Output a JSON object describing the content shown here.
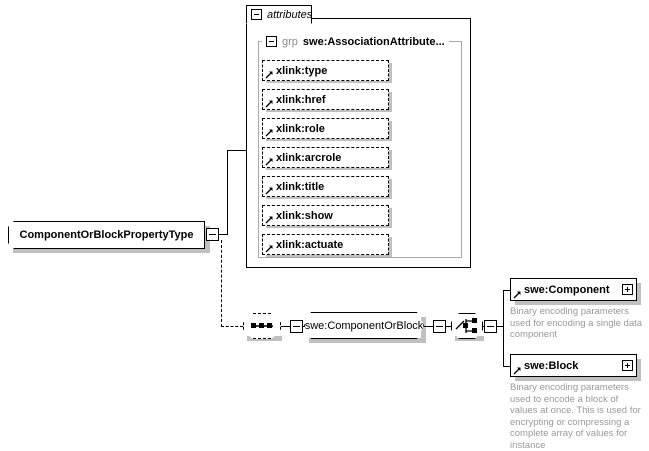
{
  "diagram": {
    "type_name": "ComponentOrBlockPropertyType",
    "attributes_group": {
      "tab_label": "attributes",
      "group_keyword": "grp",
      "group_name": "swe:AssociationAttribute...",
      "attributes": [
        {
          "name": "xlink:type"
        },
        {
          "name": "xlink:href"
        },
        {
          "name": "xlink:role"
        },
        {
          "name": "xlink:arcrole"
        },
        {
          "name": "xlink:title"
        },
        {
          "name": "xlink:show"
        },
        {
          "name": "xlink:actuate"
        }
      ]
    },
    "content_model": {
      "sequence_node": "sequence-compositor",
      "element_ref": "swe:ComponentOrBlock",
      "choice_node": "choice-compositor",
      "children": [
        {
          "name": "swe:Component",
          "annotation": "Binary encoding parameters used for encoding a single data component",
          "expander": "plus"
        },
        {
          "name": "swe:Block",
          "annotation": "Binary encoding parameters used to encode a block of values at once. This is used for encrypting or compressing a complete array of values for instance",
          "expander": "plus"
        }
      ]
    },
    "colors": {
      "line": "#000000",
      "annotation_text": "#9a9a9a",
      "keyword_text": "#8c8c8c",
      "shadow": "#c0c0c0",
      "background": "#ffffff"
    }
  }
}
